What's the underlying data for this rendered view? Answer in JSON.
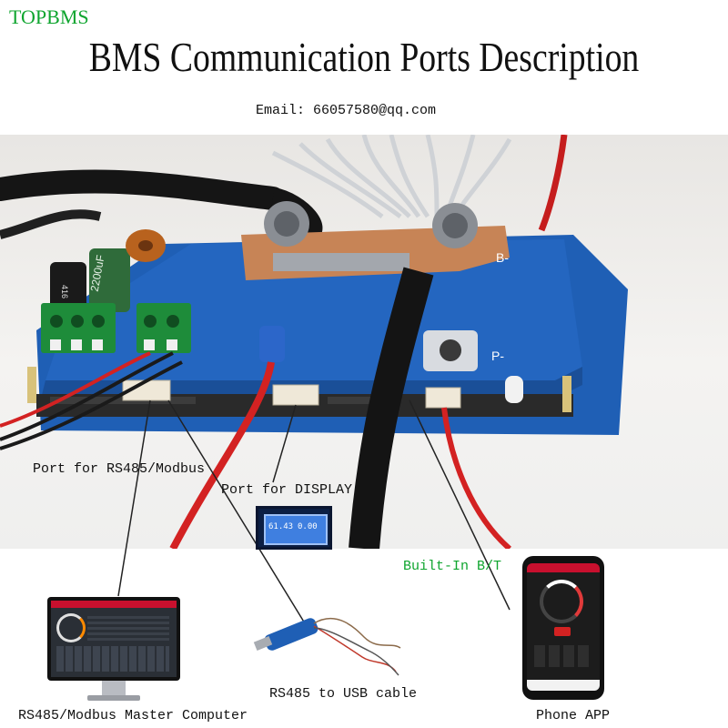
{
  "brand": "TOPBMS",
  "title": "BMS Communication Ports Description",
  "email": "Email: 66057580@qq.com",
  "labels": {
    "rs485_port": "Port for RS485/Modbus",
    "display_port": "Port for DISPLAY",
    "builtin_bt": "Built-In B/T",
    "master_computer": "RS485/Modbus Master Computer",
    "usb_cable": "RS485 to USB cable",
    "phone_app": "Phone APP"
  },
  "board_marks": {
    "b_minus": "B-",
    "p_minus": "P-",
    "cap_label": "2200uF"
  },
  "display": {
    "voltage": "61.43",
    "current": "0.00"
  },
  "colors": {
    "brand": "#0fa52f",
    "board": "#1f5fb5",
    "connector_green": "#1e8c3a",
    "wire_red": "#d32222"
  }
}
